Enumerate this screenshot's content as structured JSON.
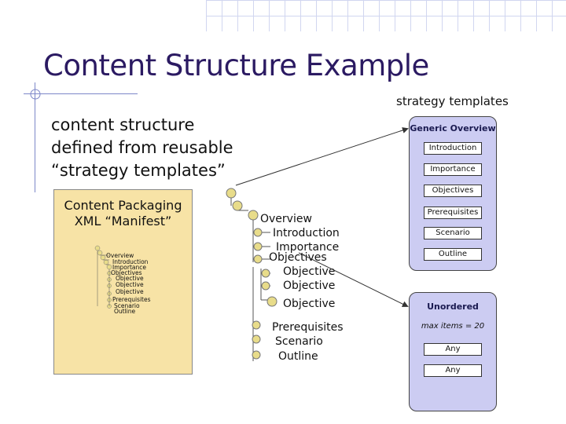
{
  "slide": {
    "title": "Content Structure Example",
    "subtitle": "strategy templates",
    "bullet_lines": [
      "content structure",
      "defined from reusable",
      "“strategy templates”"
    ]
  },
  "manifest": {
    "title_line1": "Content Packaging",
    "title_line2": "XML “Manifest”",
    "items": [
      "Overview",
      "Introduction",
      "Importance",
      "Objectives",
      "Objective",
      "Objective",
      "Objective",
      "Prerequisites",
      "Scenario",
      "Outline"
    ]
  },
  "tree": {
    "items": [
      "Overview",
      "Introduction",
      "Importance",
      "Objectives",
      "Objective",
      "Objective",
      "Objective",
      "Prerequisites",
      "Scenario",
      "Outline"
    ]
  },
  "template_generic": {
    "heading": "Generic Overview",
    "items": [
      "Introduction",
      "Importance",
      "Objectives",
      "Prerequisites",
      "Scenario",
      "Outline"
    ]
  },
  "template_unordered": {
    "heading": "Unordered",
    "note": "max items = 20",
    "items": [
      "Any",
      "Any"
    ]
  },
  "colors": {
    "title": "#2b1a62",
    "accent_line": "#7d87c8",
    "manifest_fill": "#f7e3a6",
    "template_fill": "#ccccf2",
    "node_fill": "#e8dc8a"
  }
}
